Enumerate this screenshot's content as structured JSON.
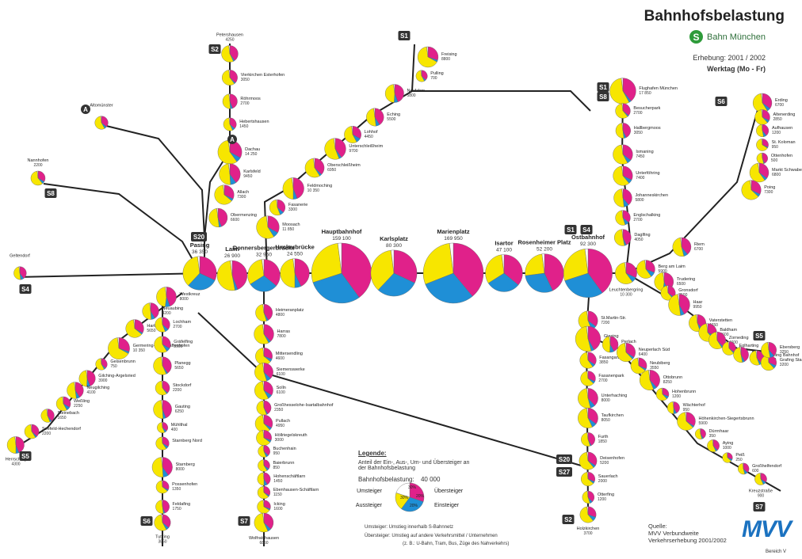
{
  "header": {
    "title": "Bahnhofsbelastung",
    "brand": "Bahn München",
    "brand_letter": "S",
    "survey": "Erhebung: 2001 / 2002",
    "day_type": "Werktag (Mo - Fr)"
  },
  "colors": {
    "umsteiger": "#1f8fd6",
    "aussteiger": "#e0218a",
    "einsteiger": "#f7e600",
    "line": "#222222",
    "badge": "#333333",
    "badge_text": "#ffffff"
  },
  "stations": [
    {
      "n": "Freising",
      "v": "8800"
    },
    {
      "n": "Pulling",
      "v": "700"
    },
    {
      "n": "Neufahrn",
      "v": "5800"
    },
    {
      "n": "Eching",
      "v": "5500"
    },
    {
      "n": "Lohhof",
      "v": "4450"
    },
    {
      "n": "Unterschleißheim",
      "v": "9700"
    },
    {
      "n": "Oberschleißheim",
      "v": "6950"
    },
    {
      "n": "Feldmoching",
      "v": "10 350"
    },
    {
      "n": "Fasanerie",
      "v": "3300"
    },
    {
      "n": "Moosach",
      "v": "11 850"
    },
    {
      "n": "Petershausen",
      "v": "4250"
    },
    {
      "n": "Vierkirchen Esterhofen",
      "v": "3050"
    },
    {
      "n": "Röhrmoos",
      "v": "2700"
    },
    {
      "n": "Hebertshausen",
      "v": "1450"
    },
    {
      "n": "Dachau",
      "v": "14 250"
    },
    {
      "n": "Karlsfeld",
      "v": "9450"
    },
    {
      "n": "Allach",
      "v": "7300"
    },
    {
      "n": "Obermenzing",
      "v": "6600"
    },
    {
      "n": "Altomünster",
      "v": ""
    },
    {
      "n": "Nannhofen",
      "v": "2200"
    },
    {
      "n": "Geltendorf",
      "v": ""
    },
    {
      "n": "Pasing",
      "v": "36 350"
    },
    {
      "n": "Laim",
      "v": "26 900"
    },
    {
      "n": "Donnersbergerbrücke",
      "v": "32 950"
    },
    {
      "n": "Hackerbrücke",
      "v": "24 550"
    },
    {
      "n": "Hauptbahnhof",
      "v": "159 100"
    },
    {
      "n": "Karlsplatz",
      "v": "80 300"
    },
    {
      "n": "Marienplatz",
      "v": "169 950"
    },
    {
      "n": "Isartor",
      "v": "47 100"
    },
    {
      "n": "Rosenheimer Platz",
      "v": "52 200"
    },
    {
      "n": "Ostbahnhof",
      "v": "92 300"
    },
    {
      "n": "Leuchtenbergring",
      "v": "10 300"
    },
    {
      "n": "Flughafen München",
      "v": "17 850"
    },
    {
      "n": "Besucherpark",
      "v": "2700"
    },
    {
      "n": "Hallbergmoos",
      "v": "3050"
    },
    {
      "n": "Ismaning",
      "v": "7450"
    },
    {
      "n": "Unterföhring",
      "v": "7400"
    },
    {
      "n": "Johanneskirchen",
      "v": "5800"
    },
    {
      "n": "Englschalking",
      "v": "2700"
    },
    {
      "n": "Daglfing",
      "v": "4050"
    },
    {
      "n": "Erding",
      "v": "6700"
    },
    {
      "n": "Altenerding",
      "v": "2850"
    },
    {
      "n": "Aufhausen",
      "v": "1200"
    },
    {
      "n": "St. Koloman",
      "v": "950"
    },
    {
      "n": "Ottenhofen",
      "v": "500"
    },
    {
      "n": "Markt Schwaben",
      "v": "6800"
    },
    {
      "n": "Poing",
      "v": "7300"
    },
    {
      "n": "Riem",
      "v": "6700"
    },
    {
      "n": "Berg am Laim",
      "v": "5900"
    },
    {
      "n": "Trudering",
      "v": "6500"
    },
    {
      "n": "Gronsdorf",
      "v": "2500"
    },
    {
      "n": "Haar",
      "v": "9950"
    },
    {
      "n": "Vaterstetten",
      "v": "4650"
    },
    {
      "n": "Baldham",
      "v": "5600"
    },
    {
      "n": "Zorneding",
      "v": "4600"
    },
    {
      "n": "Eglharting",
      "v": "1700"
    },
    {
      "n": "Kirchseeon",
      "v": "3100"
    },
    {
      "n": "Grafing Bahnhof",
      "v": "2500"
    },
    {
      "n": "Grafing Stadt",
      "v": "3200"
    },
    {
      "n": "Ebersberg",
      "v": "3250"
    },
    {
      "n": "St.Martin-Str.",
      "v": "7200"
    },
    {
      "n": "Giesing",
      "v": "16 500"
    },
    {
      "n": "Fasangarten",
      "v": "3850"
    },
    {
      "n": "Fasanenpark",
      "v": "2700"
    },
    {
      "n": "Unterhaching",
      "v": "8000"
    },
    {
      "n": "Taufkirchen",
      "v": "8050"
    },
    {
      "n": "Furth",
      "v": "1850"
    },
    {
      "n": "Deisenhofen",
      "v": "5200"
    },
    {
      "n": "Sauerlach",
      "v": "2000"
    },
    {
      "n": "Otterfing",
      "v": "1200"
    },
    {
      "n": "Holzkirchen",
      "v": "3700"
    },
    {
      "n": "Perlach",
      "v": "3550"
    },
    {
      "n": "Neuperlach Süd",
      "v": "6400"
    },
    {
      "n": "Neubiberg",
      "v": "3550"
    },
    {
      "n": "Ottobrunn",
      "v": "8250"
    },
    {
      "n": "Hohenbrunn",
      "v": "1200"
    },
    {
      "n": "Wächterhof",
      "v": "950"
    },
    {
      "n": "Höhenkirchen-Siegertsbrunn",
      "v": "5900"
    },
    {
      "n": "Dürrnhaar",
      "v": "350"
    },
    {
      "n": "Aying",
      "v": "1000"
    },
    {
      "n": "Peiß",
      "v": "250"
    },
    {
      "n": "Großhelfendorf",
      "v": "600"
    },
    {
      "n": "Kreuzstraße",
      "v": "900"
    },
    {
      "n": "Heimeranplatz",
      "v": "4800"
    },
    {
      "n": "Harras",
      "v": "7800"
    },
    {
      "n": "Mittersendling",
      "v": "4600"
    },
    {
      "n": "Siemenswerke",
      "v": "6100"
    },
    {
      "n": "Solln",
      "v": "6100"
    },
    {
      "n": "Großhesselohe-Isartalbahnhof",
      "v": "2350"
    },
    {
      "n": "Pullach",
      "v": "4950"
    },
    {
      "n": "Höllriegelskreuth",
      "v": "3000"
    },
    {
      "n": "Buchenhain",
      "v": "950"
    },
    {
      "n": "Baierbrunn",
      "v": "850"
    },
    {
      "n": "Hohenschäftlarn",
      "v": "1450"
    },
    {
      "n": "Ebenhausen-Schäftlarn",
      "v": "1150"
    },
    {
      "n": "Icking",
      "v": "1600"
    },
    {
      "n": "Wolfratshausen",
      "v": "6850"
    },
    {
      "n": "Westkreuz",
      "v": "8000"
    },
    {
      "n": "Neuaubing",
      "v": "4200"
    },
    {
      "n": "Harthaus",
      "v": "5650"
    },
    {
      "n": "Germering-Unterpfaffenhofen",
      "v": "10 350"
    },
    {
      "n": "Geisenbrunn",
      "v": "750"
    },
    {
      "n": "Gilching-Argelsried",
      "v": "3900"
    },
    {
      "n": "Neugilching",
      "v": "4100"
    },
    {
      "n": "Weßling",
      "v": "2250"
    },
    {
      "n": "Steinebach",
      "v": "1650"
    },
    {
      "n": "Seefeld-Hechendorf",
      "v": "2200"
    },
    {
      "n": "Herrsching",
      "v": "4300"
    },
    {
      "n": "Lochham",
      "v": "2700"
    },
    {
      "n": "Gräfelfing",
      "v": "3900"
    },
    {
      "n": "Planegg",
      "v": "5650"
    },
    {
      "n": "Stockdorf",
      "v": "2200"
    },
    {
      "n": "Gauting",
      "v": "6250"
    },
    {
      "n": "Mühlthal",
      "v": "400"
    },
    {
      "n": "Starnberg Nord",
      "v": ""
    },
    {
      "n": "Starnberg",
      "v": "8000"
    },
    {
      "n": "Possenhofen",
      "v": "1350"
    },
    {
      "n": "Feldafing",
      "v": "1750"
    },
    {
      "n": "Tutzing",
      "v": "3850"
    }
  ],
  "line_badges": {
    "s1": "S1",
    "s2": "S2",
    "s4": "S4",
    "s5": "S5",
    "s6": "S6",
    "s7": "S7",
    "s8": "S8",
    "s20": "S20",
    "s27": "S27",
    "a": "A"
  },
  "legend": {
    "title": "Legende:",
    "desc": "Anteil der Ein-, Aus-, Um- und Übersteiger an der Bahnhofsbelastung",
    "scale_label": "Bahnhofsbelastung:",
    "scale_value": "40 000",
    "umsteiger": "Umsteiger",
    "aussteiger": "Aussteiger",
    "uebersteiger": "Übersteiger",
    "einsteiger": "Einsteiger",
    "umsteiger_def": "Umsteiger:   Umstieg innerhalb S-Bahnnetz",
    "uebersteiger_def": "Übersteiger: Umstieg auf andere Verkehrsmittel / Unternehmen (z. B.: U-Bahn, Tram, Bus, Züge des Nahverkehrs)",
    "pie_pct": [
      "30%",
      "30%",
      "20%",
      "20%"
    ]
  },
  "source": {
    "label": "Quelle:",
    "line1": "MVV Verbundweite",
    "line2": "Verkehrserhebung 2001/2002"
  },
  "logo": {
    "text": "MVV",
    "sub": "Bereich V"
  }
}
